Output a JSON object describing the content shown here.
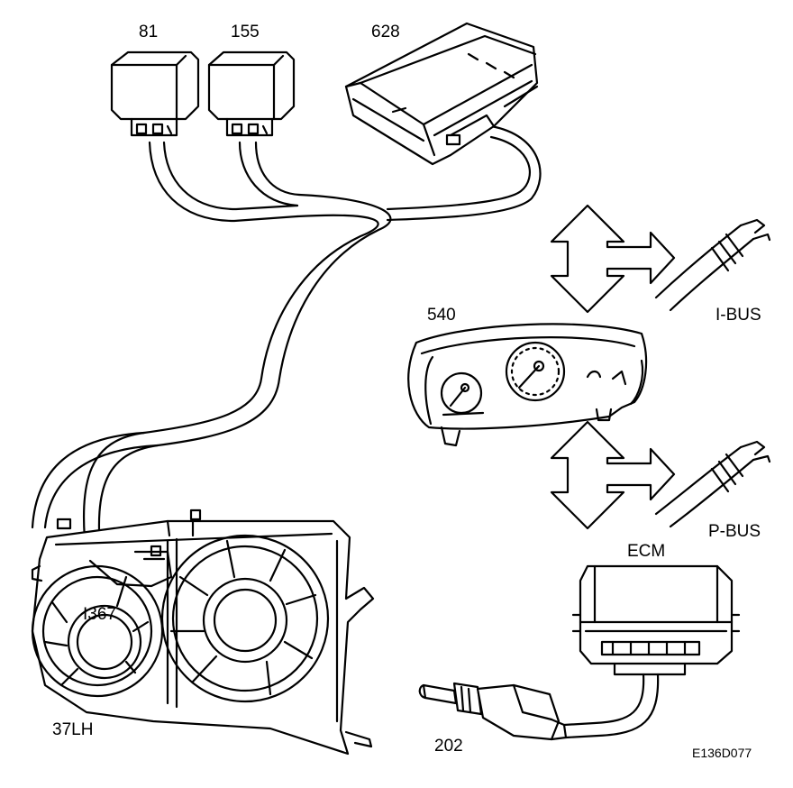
{
  "labels": {
    "relay_81": "81",
    "relay_155": "155",
    "module_628": "628",
    "cluster_540": "540",
    "ibus": "I-BUS",
    "pbus": "P-BUS",
    "ecm": "ECM",
    "connector_i367": "I367",
    "fan_37lh": "37LH",
    "sensor_202": "202",
    "figure_code": "E136D077"
  },
  "colors": {
    "line": "#000000",
    "background": "#ffffff",
    "fill": "#ffffff"
  }
}
